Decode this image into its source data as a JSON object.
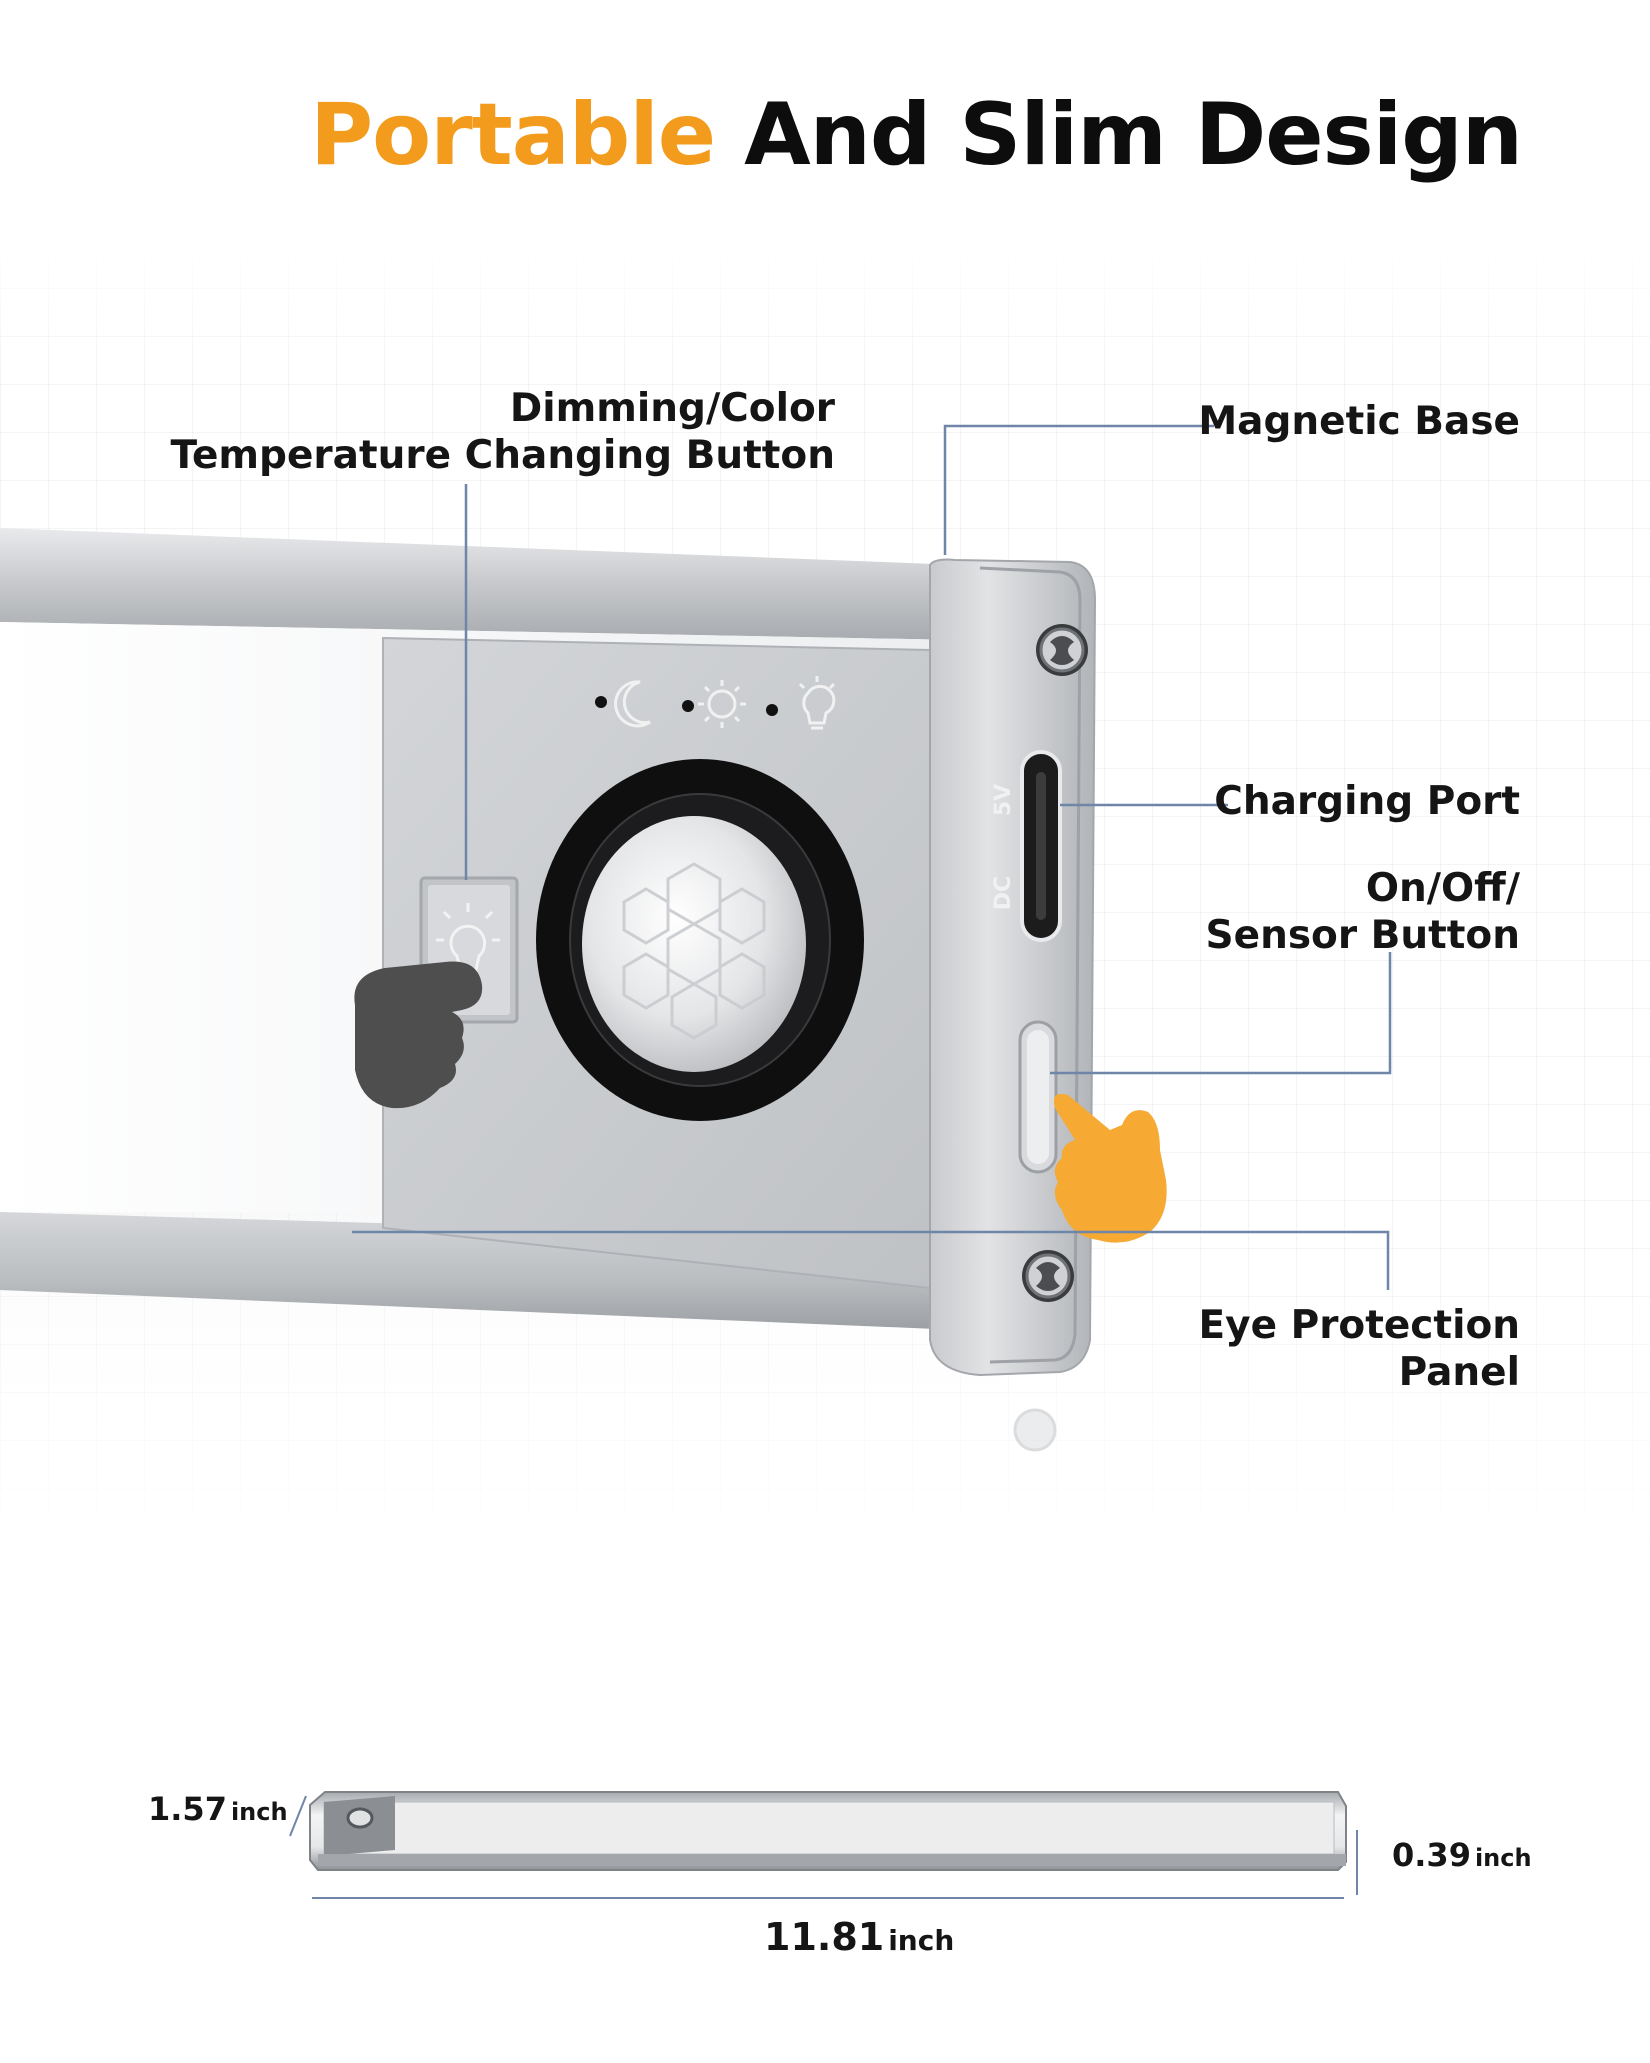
{
  "title": {
    "accent": "Portable",
    "rest": "And Slim Design",
    "accent_color": "#f39b1c"
  },
  "callouts": {
    "dimming_button": {
      "line1": "Dimming/Color",
      "line2": "Temperature Changing Button"
    },
    "magnetic_base": "Magnetic Base",
    "charging_port": "Charging Port",
    "power_button": {
      "line1": "On/Off/",
      "line2": "Sensor Button"
    },
    "eye_panel": {
      "line1": "Eye Protection",
      "line2": "Panel"
    }
  },
  "port_labels": {
    "top": "5V",
    "bottom": "DC"
  },
  "dimensions": {
    "width": {
      "value": "1.57",
      "unit": "inch"
    },
    "thickness": {
      "value": "0.39",
      "unit": "inch"
    },
    "length": {
      "value": "11.81",
      "unit": "inch"
    }
  },
  "icons": [
    "moon-icon",
    "sun-icon",
    "bulb-icon",
    "pir-sensor-icon",
    "hand-pointer-icon",
    "screw-icon"
  ],
  "colors": {
    "leader_line": "#6f86a8",
    "hand_gray": "#4e4e4e",
    "hand_orange": "#f6a933",
    "aluminum": "#c9cbce"
  }
}
